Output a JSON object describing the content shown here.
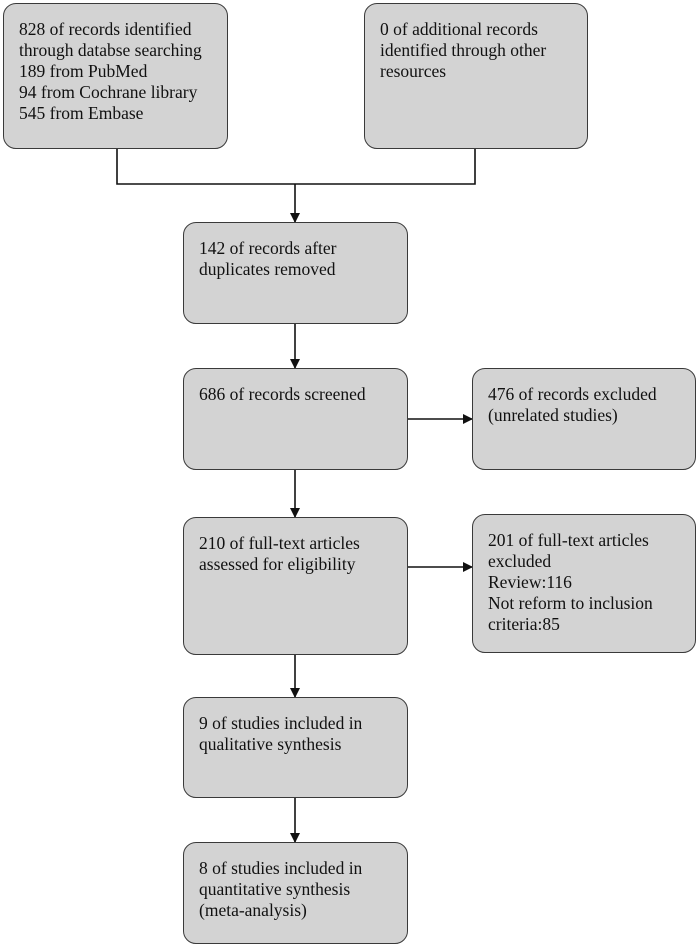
{
  "boxes": {
    "identified_database": {
      "lines": [
        "828 of records identified",
        "through databse searching",
        "189 from PubMed",
        "94 from Cochrane library",
        "545 from Embase"
      ]
    },
    "identified_other": {
      "lines": [
        "0 of additional records",
        "identified through other",
        "resources"
      ]
    },
    "after_duplicates": {
      "lines": [
        "142 of records after",
        "duplicates removed"
      ]
    },
    "screened": {
      "lines": [
        "686 of records screened"
      ]
    },
    "excluded_records": {
      "lines": [
        "476 of records excluded",
        "(unrelated studies)"
      ]
    },
    "full_text_assessed": {
      "lines": [
        "210 of full-text articles",
        "assessed for eligibility"
      ]
    },
    "full_text_excluded": {
      "lines": [
        "201 of full-text articles",
        "excluded",
        "Review:116",
        "Not reform to inclusion",
        "criteria:85"
      ]
    },
    "qualitative": {
      "lines": [
        "9 of studies included in",
        "qualitative synthesis"
      ]
    },
    "quantitative": {
      "lines": [
        "8 of studies included in",
        "quantitative synthesis",
        "(meta-analysis)"
      ]
    }
  }
}
